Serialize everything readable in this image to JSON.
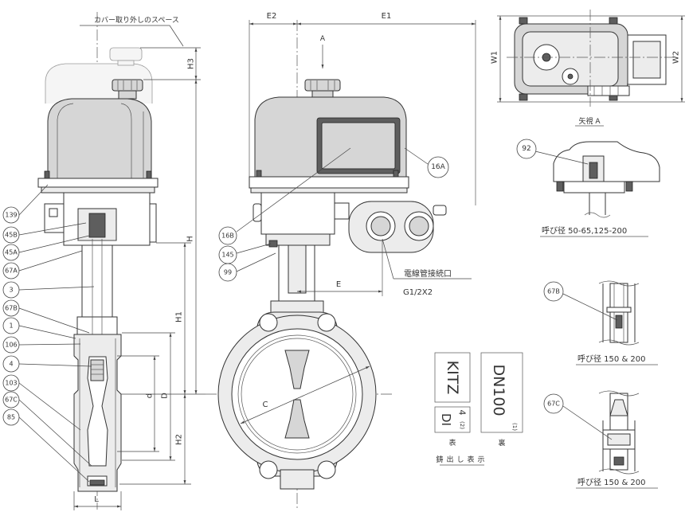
{
  "side_view": {
    "cover_space_note": "カバー取り外しのスペース",
    "dim_h3": "H3",
    "dim_h": "H",
    "dim_h1": "H1",
    "dim_h2": "H2",
    "dim_d": "d",
    "dim_D": "D",
    "dim_l": "L",
    "balloons": [
      "139",
      "45B",
      "45A",
      "67A",
      "3",
      "67B",
      "1",
      "106",
      "4",
      "103",
      "67C",
      "85"
    ]
  },
  "front_view": {
    "dim_e2": "E2",
    "dim_e1": "E1",
    "dim_e": "E",
    "dim_c": "C",
    "view_arrow": "A",
    "balloons": {
      "part_16a": "16A",
      "part_16b": "16B",
      "part_145": "145",
      "part_99": "99"
    },
    "conduit_label": "電線管接続口",
    "conduit_thread": "G1/2X2"
  },
  "plan_view": {
    "dim_w1": "W1",
    "dim_w2": "W2",
    "caption": "矢視 A"
  },
  "detail_92": {
    "balloon": "92",
    "caption": "呼び径 50-65,125-200"
  },
  "detail_67b": {
    "balloon": "67B",
    "caption": "呼び径 150 & 200"
  },
  "detail_67c": {
    "balloon": "67C",
    "caption": "呼び径 150 & 200"
  },
  "casting_marks": {
    "front_maker": "KITZ",
    "front_material": "DI",
    "front_code": "4",
    "front_code_note": "(2)",
    "back_size": "DN100",
    "back_size_note": "(1)",
    "front_caption": "表",
    "back_caption": "裏",
    "title": "鋳出し表示"
  }
}
